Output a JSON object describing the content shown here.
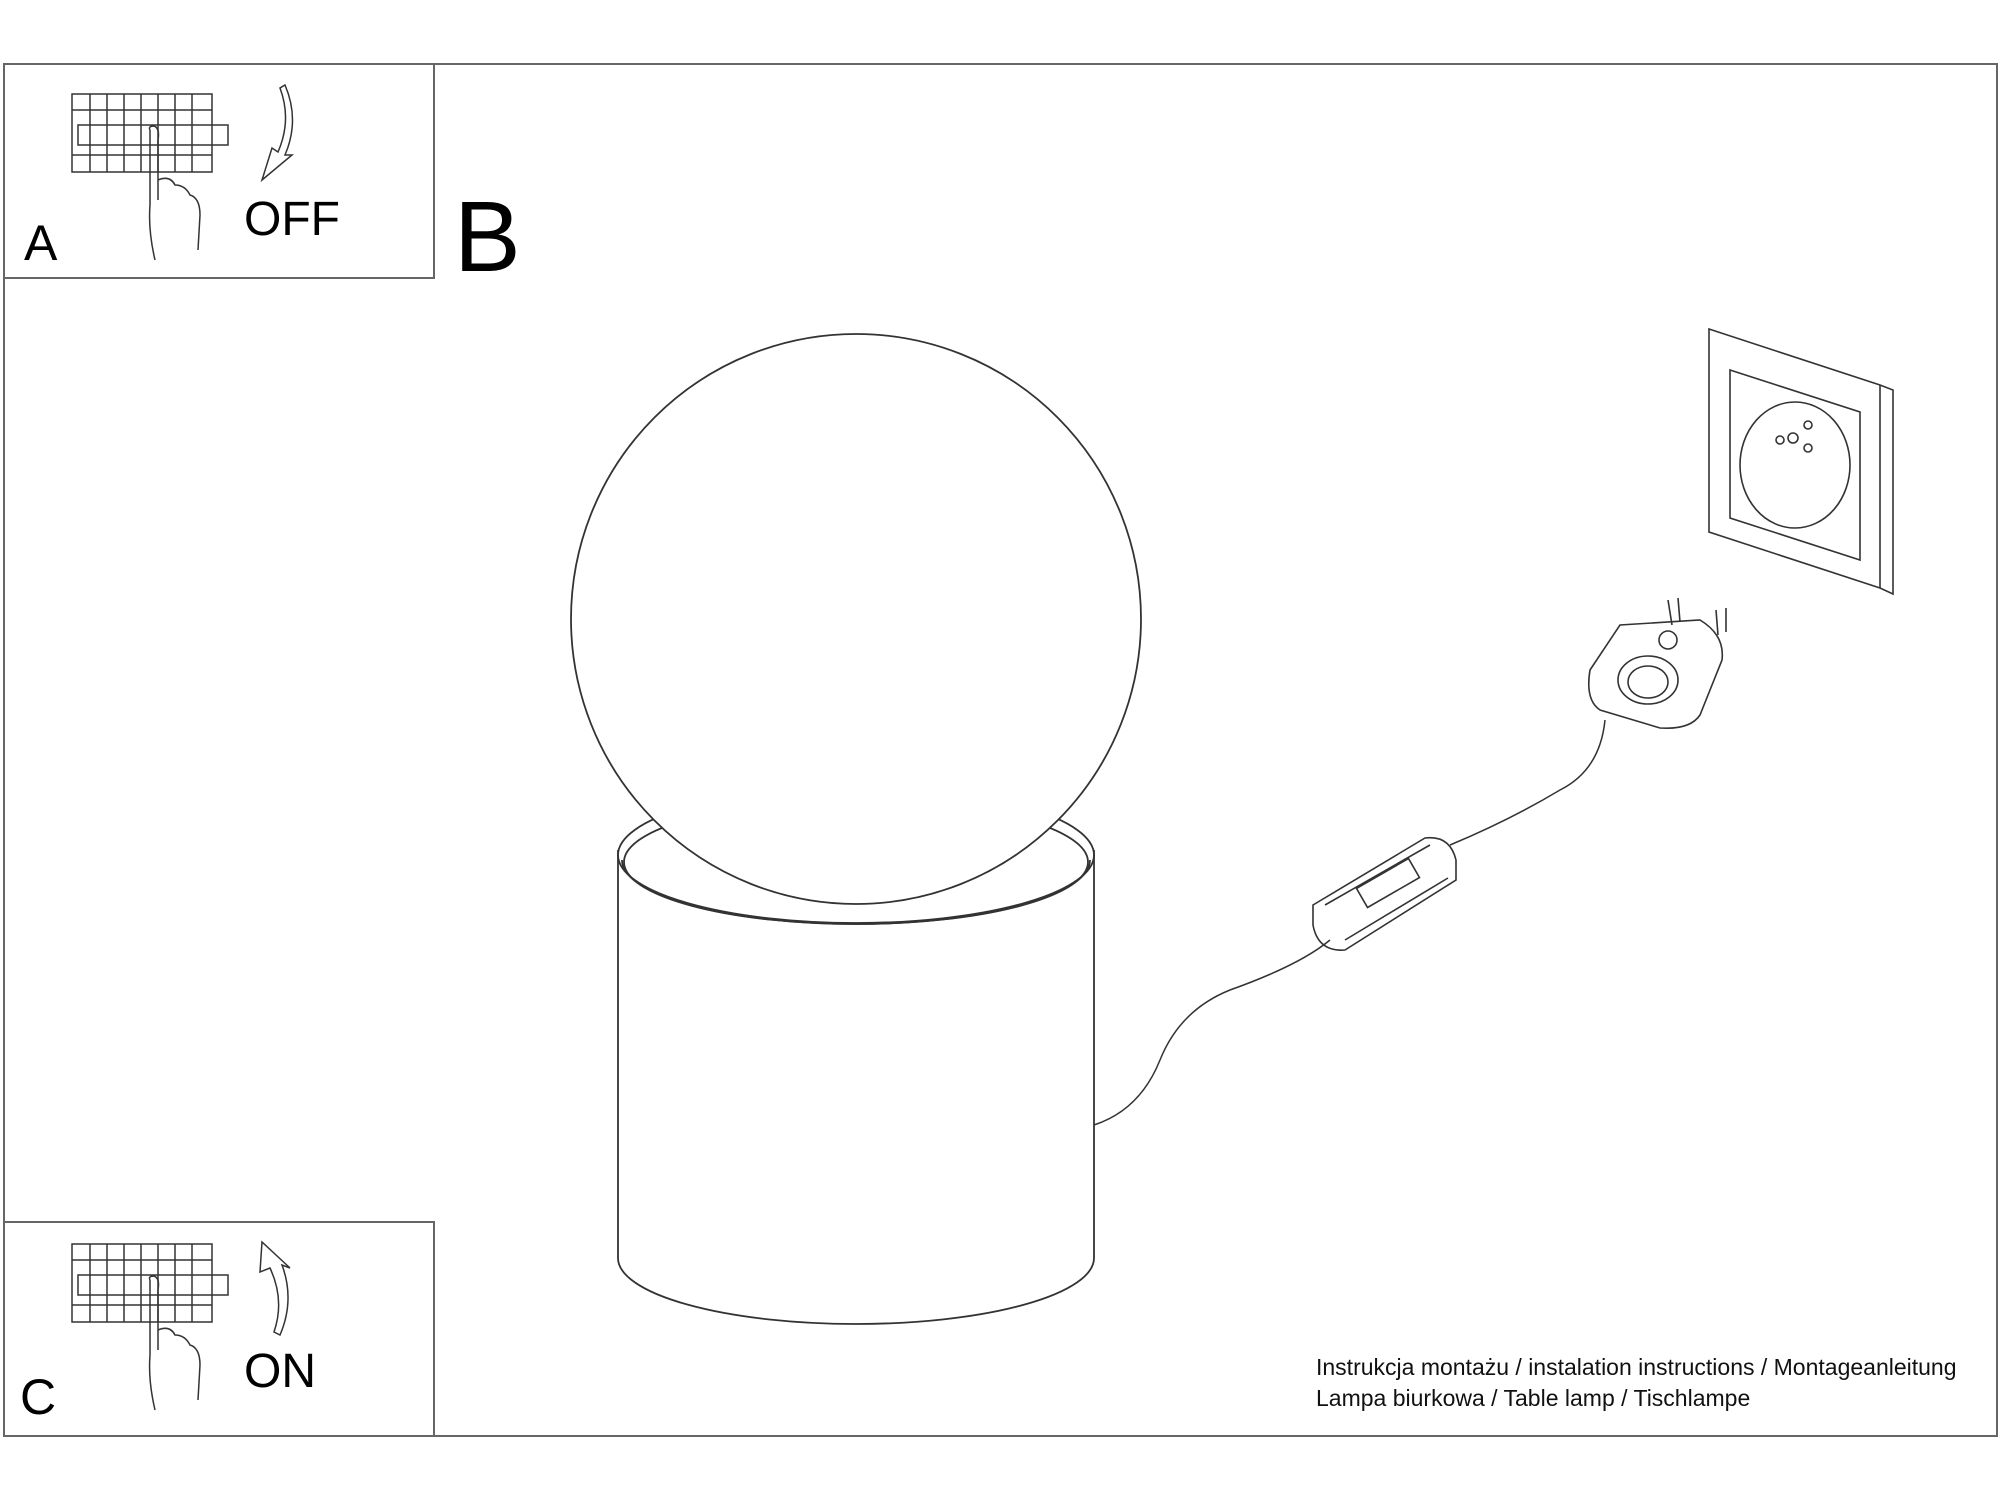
{
  "panels": {
    "a": {
      "letter": "A",
      "state": "OFF"
    },
    "b": {
      "letter": "B"
    },
    "c": {
      "letter": "C",
      "state": "ON"
    }
  },
  "caption": {
    "line1": "Instrukcja montażu / instalation instructions / Montageanleitung",
    "line2": "Lampa biurkowa / Table lamp / Tischlampe"
  },
  "colors": {
    "line": "#333333",
    "background": "#ffffff"
  }
}
